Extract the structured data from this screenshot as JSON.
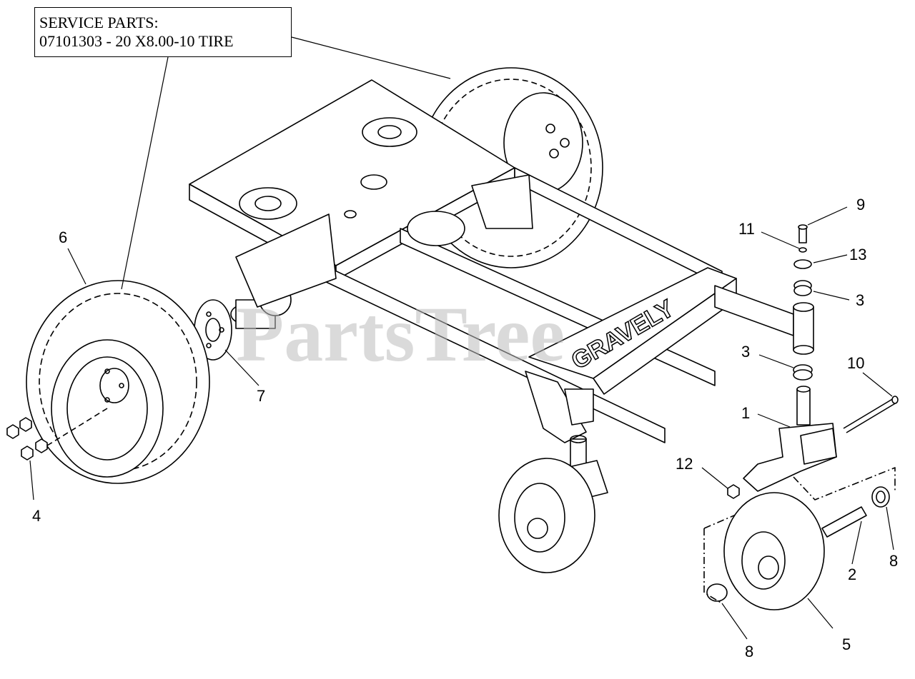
{
  "service_box": {
    "line1": "SERVICE PARTS:",
    "line2": "07101303 - 20 X8.00-10 TIRE"
  },
  "watermark": "PartsTree",
  "brand_label": "GRAVELY",
  "callouts": [
    "1",
    "2",
    "3",
    "3",
    "4",
    "5",
    "6",
    "7",
    "8",
    "8",
    "9",
    "10",
    "11",
    "12",
    "13"
  ],
  "colors": {
    "ink": "#000000",
    "paper": "#ffffff",
    "watermark": "#bdbdbd"
  }
}
